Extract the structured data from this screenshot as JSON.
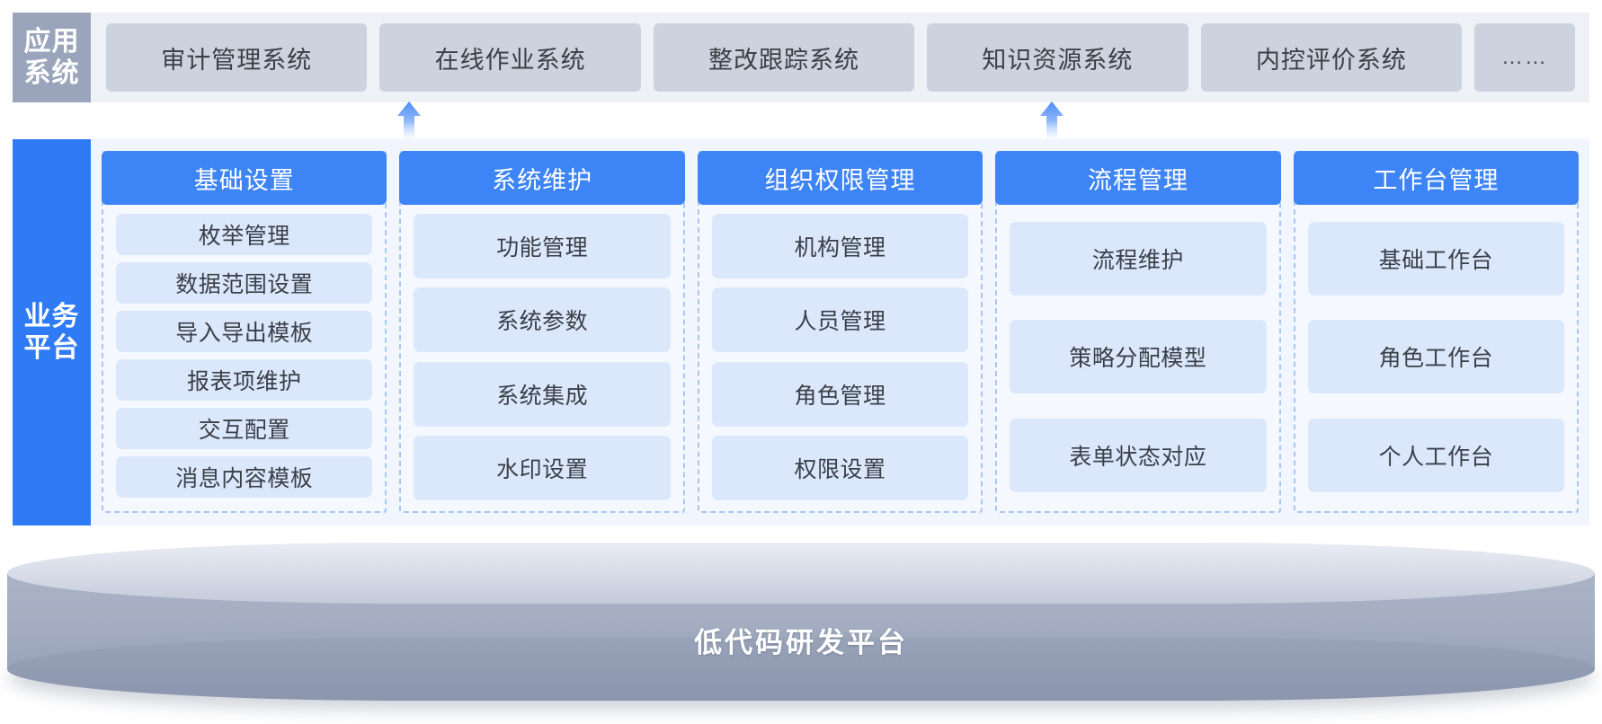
{
  "layers": {
    "application": {
      "label_lines": [
        "应用",
        "系统"
      ],
      "systems": [
        {
          "name": "审计管理系统"
        },
        {
          "name": "在线作业系统"
        },
        {
          "name": "整改跟踪系统"
        },
        {
          "name": "知识资源系统"
        },
        {
          "name": "内控评价系统"
        },
        {
          "name": "……"
        }
      ]
    },
    "business": {
      "label_lines": [
        "业务",
        "平台"
      ],
      "columns": [
        {
          "title": "基础设置",
          "items": [
            "枚举管理",
            "数据范围设置",
            "导入导出模板",
            "报表项维护",
            "交互配置",
            "消息内容模板"
          ]
        },
        {
          "title": "系统维护",
          "items": [
            "功能管理",
            "系统参数",
            "系统集成",
            "水印设置"
          ]
        },
        {
          "title": "组织权限管理",
          "items": [
            "机构管理",
            "人员管理",
            "角色管理",
            "权限设置"
          ]
        },
        {
          "title": "流程管理",
          "items": [
            "流程维护",
            "策略分配模型",
            "表单状态对应"
          ]
        },
        {
          "title": "工作台管理",
          "items": [
            "基础工作台",
            "角色工作台",
            "个人工作台"
          ]
        }
      ]
    },
    "platform": {
      "title": "低代码研发平台"
    }
  },
  "connectors": [
    {
      "name": "arrow-to-online-operation-system",
      "direction": "up"
    },
    {
      "name": "arrow-to-internal-control-system",
      "direction": "up"
    }
  ],
  "colors": {
    "app_label_bg": "#9aa5bb",
    "app_chip_bg": "#ccd3de",
    "biz_label_bg": "#2f7bf6",
    "col_head_bg": "#3d84f7",
    "col_item_bg": "#dbe8fc",
    "col_border_dash": "#a9c6f5",
    "platform_body": "#a5aec2",
    "arrow": "#5b97f7"
  }
}
